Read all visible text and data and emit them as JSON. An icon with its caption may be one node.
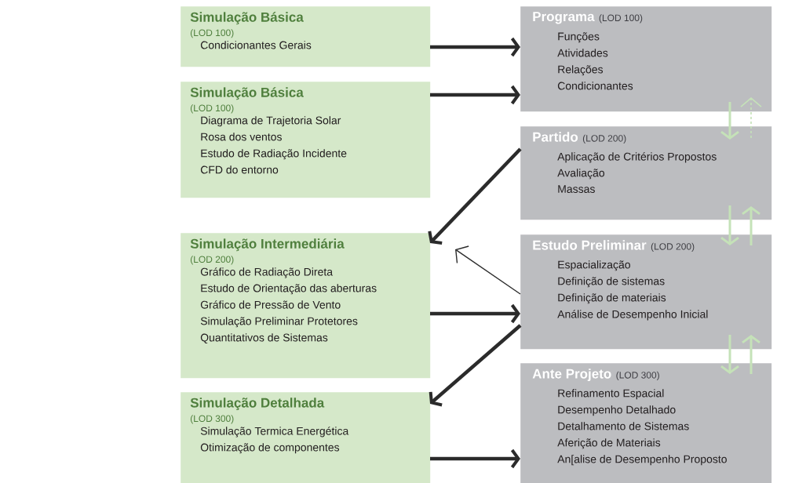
{
  "diagram": {
    "nodes": [
      {
        "text": [
          "Simulação Básica",
          "(LOD 100)",
          "Condicionantes Gerais"
        ]
      },
      {
        "text": [
          "Simulação Básica",
          "(LOD 100)",
          "Diagrama de Trajetoria Solar",
          "Rosa dos ventos",
          "Estudo de Radiação Incidente",
          "CFD do entorno"
        ]
      },
      {
        "text": [
          "Simulação Intermediária",
          "(LOD 200)",
          "Gráfico de Radiação Direta",
          "Estudo de Orientação das aberturas",
          "Gráfico de Pressão de Vento",
          "Simulação Preliminar Protetores",
          "Quantitativos de Sistemas"
        ]
      },
      {
        "text": [
          "Simulação Detalhada",
          "(LOD 300)",
          "Simulação Termica Energética",
          "Otimização de componentes"
        ]
      },
      {
        "text": [
          "Programa",
          "(LOD 100)",
          "Funções",
          "Atividades",
          "Relações",
          "Condicionantes"
        ]
      },
      {
        "text": [
          "Partido",
          "(LOD 200)",
          "Aplicação de Critérios Propostos",
          "Avaliação",
          "Massas"
        ]
      },
      {
        "text": [
          "Estudo Preliminar",
          "(LOD 200)",
          "Espacialização",
          "Definição de sistemas",
          "Definição de materiais",
          "Análise de Desempenho Inicial"
        ]
      },
      {
        "text": [
          "Ante Projeto",
          "(LOD 300)",
          "Refinamento Espacial",
          "Desempenho Detalhado",
          "Detalhamento de Sistemas",
          "Aferição de Materiais",
          "An[alise de Desempenho Proposto"
        ]
      }
    ],
    "edges": [
      {
        "from": 0,
        "to": 4,
        "arrow": "to"
      },
      {
        "from": 1,
        "to": 4,
        "arrow": "to"
      },
      {
        "from": 5,
        "to": 2,
        "arrow": "to"
      },
      {
        "from": 6,
        "to": null,
        "arrow": "to"
      },
      {
        "from": 2,
        "to": 6,
        "arrow": "to"
      },
      {
        "from": 6,
        "to": 3,
        "arrow": "to"
      },
      {
        "from": 3,
        "to": 7,
        "arrow": "to"
      },
      {
        "from": 4,
        "to": 5,
        "arrow": "to",
        "color": "#c5e2b8"
      },
      {
        "from": 5,
        "to": 4,
        "arrow": "to",
        "style": "dashed",
        "color": "#c5e2b8"
      },
      {
        "from": 5,
        "to": 6,
        "arrow": "to",
        "color": "#c5e2b8"
      },
      {
        "from": 6,
        "to": 5,
        "arrow": "to",
        "color": "#c5e2b8"
      },
      {
        "from": 6,
        "to": 7,
        "arrow": "to",
        "color": "#c5e2b8"
      },
      {
        "from": 7,
        "to": 6,
        "arrow": "to",
        "color": "#c5e2b8"
      }
    ]
  }
}
